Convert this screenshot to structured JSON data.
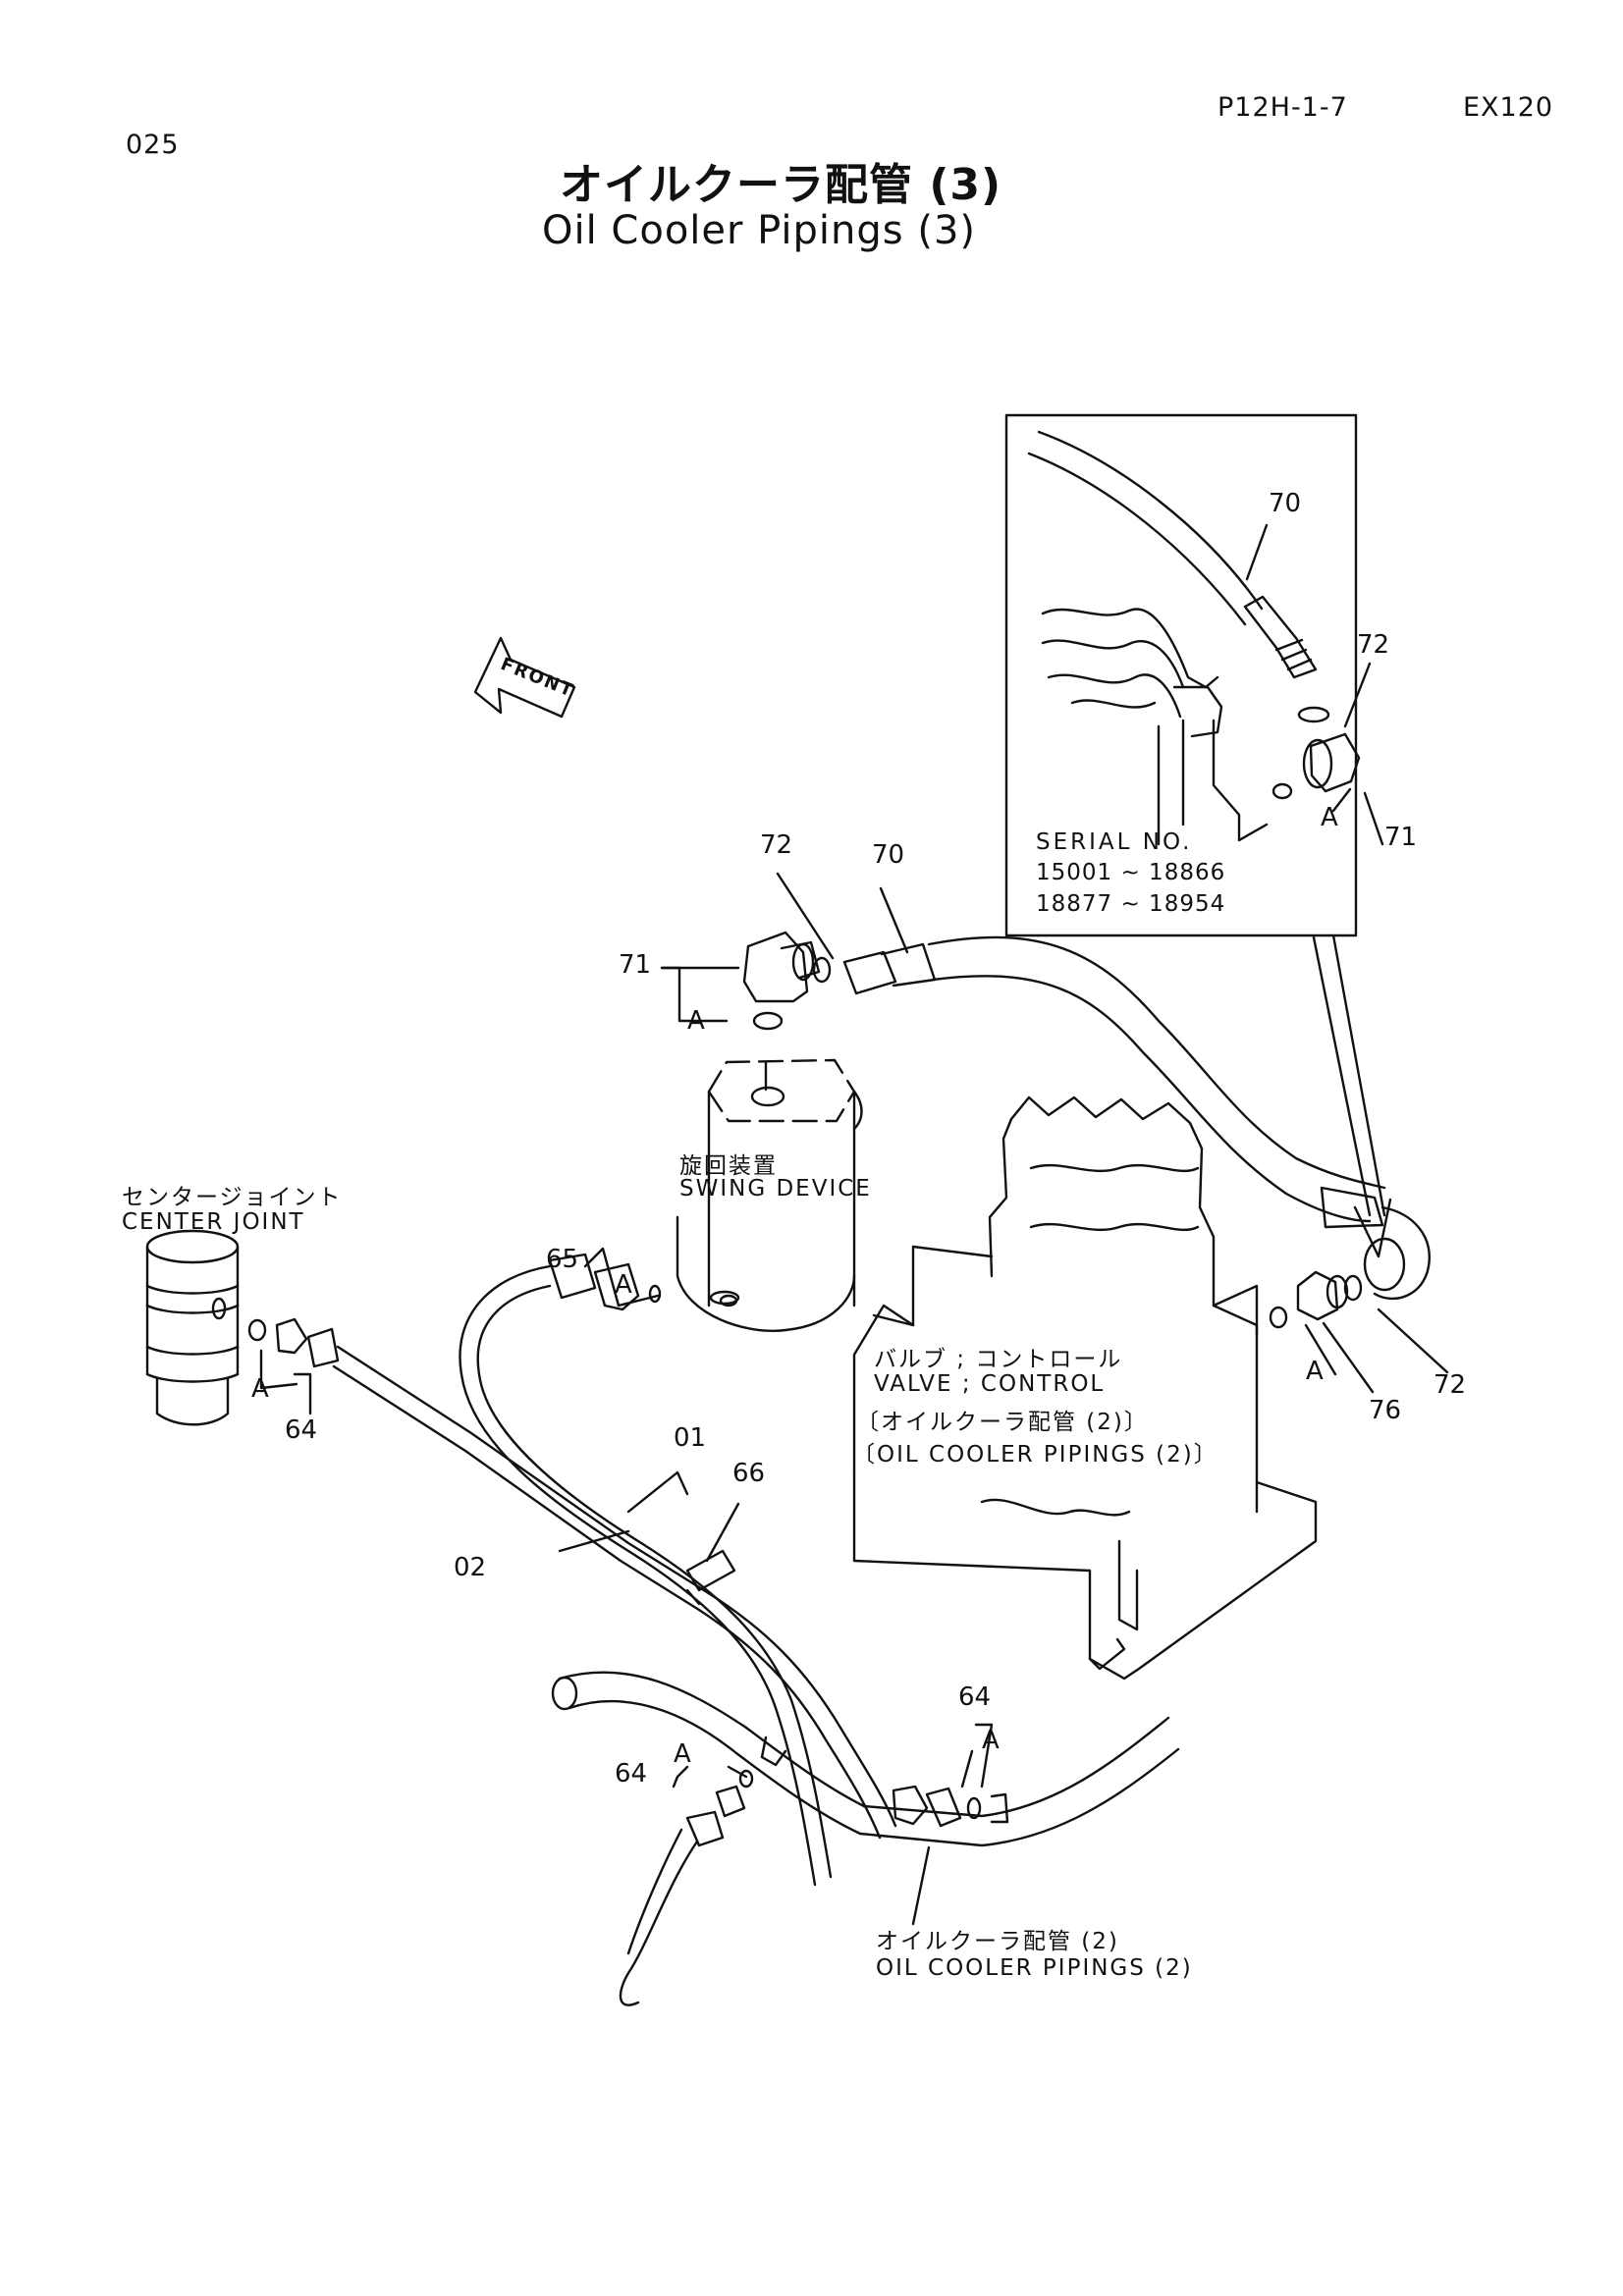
{
  "header": {
    "page_code": "P12H-1-7",
    "model": "EX120",
    "page_number": "025"
  },
  "title": {
    "japanese": "オイルクーラ配管 (3)",
    "english": "Oil Cooler Pipings (3)"
  },
  "front_label": "FRONT",
  "inset": {
    "serial_label": "SERIAL  NO.",
    "serial_range_1": "15001 ~ 18866",
    "serial_range_2": "18877 ~ 18954"
  },
  "component_labels": {
    "swing_device_jp": "旋回装置",
    "swing_device_en": "SWING  DEVICE",
    "center_joint_jp": "センタージョイント",
    "center_joint_en": "CENTER  JOINT",
    "valve_jp": "バルブ ; コントロール",
    "valve_en": "VALVE ; CONTROL",
    "valve_ref_jp": "〔オイルクーラ配管 (2)〕",
    "valve_ref_en": "〔OIL  COOLER  PIPINGS (2)〕",
    "bottom_ref_jp": "オイルクーラ配管 (2)",
    "bottom_ref_en": "OIL  COOLER  PIPINGS (2)"
  },
  "callouts": {
    "inset_70": "70",
    "inset_72": "72",
    "inset_A": "A",
    "inset_71": "71",
    "top_72": "72",
    "top_70": "70",
    "top_71": "71",
    "top_A": "A",
    "right_72": "72",
    "right_A": "A",
    "right_76": "76",
    "c65": "65",
    "c65_A": "A",
    "left_A": "A",
    "left_64": "64",
    "c01": "01",
    "c02": "02",
    "c66": "66",
    "bottom_left_64": "64",
    "bottom_left_A": "A",
    "bottom_right_64": "64",
    "bottom_right_A": "A"
  }
}
